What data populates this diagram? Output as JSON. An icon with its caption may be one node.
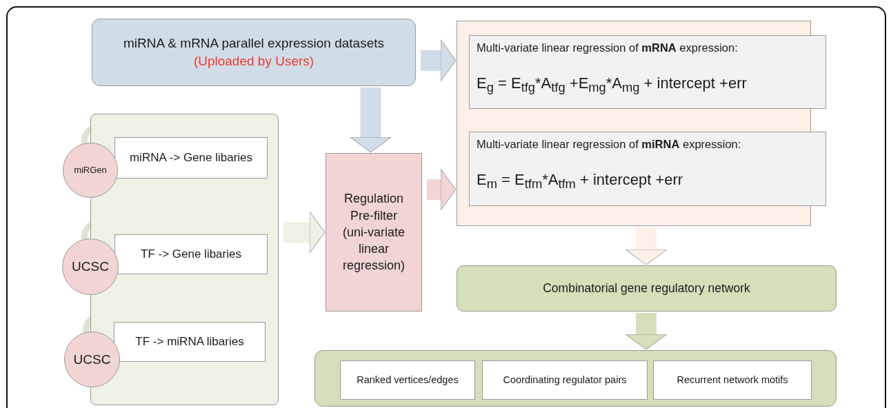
{
  "diagram": {
    "nodes": [
      {
        "text": [
          "miRNA & mRNA parallel expression datasets",
          "(Uploaded by Users)"
        ]
      },
      {
        "text": [],
        "shape": "box"
      },
      {
        "text": [
          "Multi-variate linear regression of **mRNA** expression:",
          "E$_{g}$ = E$_{tfg}$*A$_{tfg}$ +E$_{mg}$*A$_{mg}$ + intercept +err"
        ],
        "in": 1
      },
      {
        "text": [
          "Multi-variate linear regression of **miRNA** expression:",
          "E$_{m}$ = E$_{tfm}$*A$_{tfm}$ + intercept +err"
        ],
        "in": 1
      },
      {
        "text": [],
        "shape": "box"
      },
      {
        "text": [
          "miRGen"
        ]
      },
      {
        "text": [
          "miRNA -> Gene libaries"
        ],
        "in": 4
      },
      {
        "text": [
          "UCSC"
        ]
      },
      {
        "text": [
          "TF -> Gene libaries"
        ],
        "in": 4
      },
      {
        "text": [
          "UCSC"
        ]
      },
      {
        "text": [
          "TF -> miRNA libaries"
        ],
        "in": 4
      },
      {
        "text": [
          "Regulation Pre-filter (uni-variate linear regression)"
        ]
      },
      {
        "text": [
          "Combinatorial gene regulatory network"
        ]
      },
      {
        "text": [],
        "shape": "box"
      },
      {
        "text": [
          "Ranked vertices/edges"
        ],
        "in": 13
      },
      {
        "text": [
          "Coordinating regulator pairs"
        ],
        "in": 13
      },
      {
        "text": [
          "Recurrent   network motifs"
        ],
        "in": 13
      }
    ],
    "edges": [
      {
        "from": 0,
        "to": 1,
        "arrow": "to",
        "color": "#d0dde8"
      },
      {
        "from": 0,
        "to": 11,
        "arrow": "to",
        "color": "#d0dde8"
      },
      {
        "from": 5,
        "to": 6,
        "arrow": "to",
        "color": "#dfe3d3"
      },
      {
        "from": 7,
        "to": 8,
        "arrow": "to",
        "color": "#dfe3d3"
      },
      {
        "from": 9,
        "to": 10,
        "arrow": "to",
        "color": "#dfe3d3"
      },
      {
        "from": 4,
        "to": 11,
        "arrow": "to",
        "color": "#eef1e3"
      },
      {
        "from": 11,
        "to": 1,
        "arrow": "to",
        "color": "#f2d4d4"
      },
      {
        "from": 1,
        "to": 12,
        "arrow": "to",
        "color": "#fdf0e8"
      },
      {
        "from": 12,
        "to": 13,
        "arrow": "to",
        "color": "#d3e0b9"
      }
    ]
  }
}
